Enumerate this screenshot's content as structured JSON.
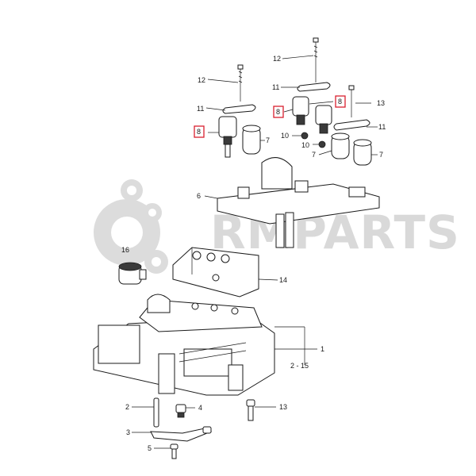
{
  "watermark": {
    "text": "RMPARTS",
    "color": "#d9d9d9"
  },
  "callouts": [
    {
      "id": "c12a",
      "text": "12"
    },
    {
      "id": "c12b",
      "text": "12"
    },
    {
      "id": "c11a",
      "text": "11"
    },
    {
      "id": "c11b",
      "text": "11"
    },
    {
      "id": "c11c",
      "text": "11"
    },
    {
      "id": "c8a",
      "text": "8",
      "highlight": true
    },
    {
      "id": "c8b",
      "text": "8",
      "highlight": true
    },
    {
      "id": "c8c",
      "text": "8",
      "highlight": true
    },
    {
      "id": "c13a",
      "text": "13"
    },
    {
      "id": "c10a",
      "text": "10"
    },
    {
      "id": "c10b",
      "text": "10"
    },
    {
      "id": "c7a",
      "text": "7"
    },
    {
      "id": "c7b",
      "text": "7"
    },
    {
      "id": "c7c",
      "text": "7"
    },
    {
      "id": "c6",
      "text": "6"
    },
    {
      "id": "c16",
      "text": "16"
    },
    {
      "id": "c14",
      "text": "14"
    },
    {
      "id": "c1",
      "text": "1"
    },
    {
      "id": "c2-15",
      "text": "2 - 15"
    },
    {
      "id": "c2",
      "text": "2"
    },
    {
      "id": "c4",
      "text": "4"
    },
    {
      "id": "c13b",
      "text": "13"
    },
    {
      "id": "c3",
      "text": "3"
    },
    {
      "id": "c5",
      "text": "5"
    }
  ],
  "colors": {
    "highlight": "#d8212f",
    "ink": "#1a1a1a"
  }
}
